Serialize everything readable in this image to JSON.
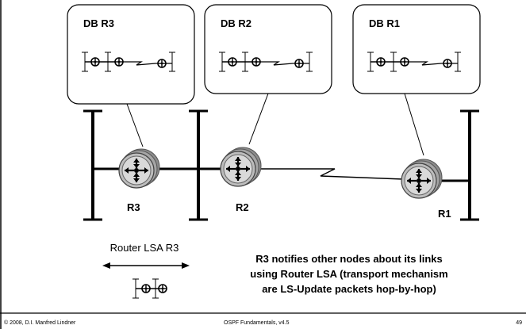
{
  "db_boxes": [
    {
      "title": "DB R3",
      "db_of": "R3"
    },
    {
      "title": "DB R2",
      "db_of": "R2"
    },
    {
      "title": "DB R1",
      "db_of": "R1"
    }
  ],
  "routers": [
    {
      "label": "R3"
    },
    {
      "label": "R2"
    },
    {
      "label": "R1"
    }
  ],
  "lsa": {
    "label": "Router LSA R3"
  },
  "description": {
    "line1": "R3 notifies other nodes about its links",
    "line2": "using Router LSA (transport mechanism",
    "line3": "are LS-Update packets hop-by-hop)"
  },
  "footer": {
    "copyright": "© 2008, D.I. Manfred Lindner",
    "title": "OSPF Fundamentals, v4.5",
    "page": "49"
  },
  "colors": {
    "router_body": "#9a9a9a",
    "router_face": "#cfcfcf",
    "line": "#000000",
    "box_border": "#000000"
  }
}
